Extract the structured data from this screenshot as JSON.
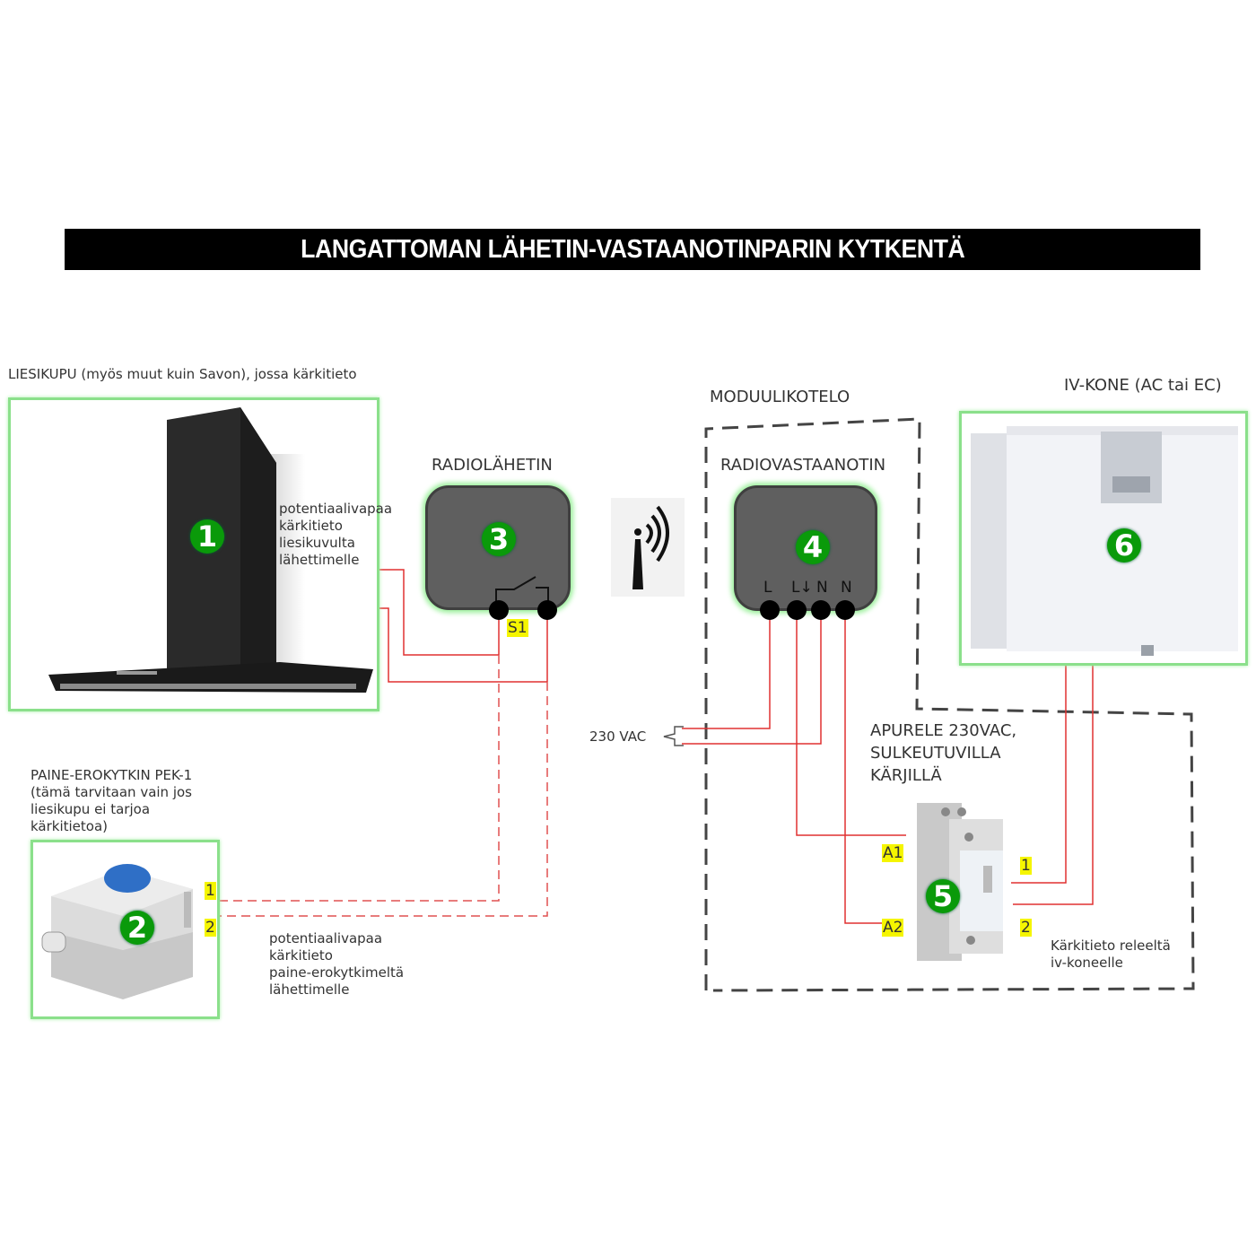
{
  "title": "LANGATTOMAN LÄHETIN-VASTAANOTINPARIN KYTKENTÄ",
  "hood": {
    "label": "LIESIKUPU (myös muut kuin Savon), jossa kärkitieto",
    "badge": "1",
    "note": "potentiaalivapaa\nkärkitieto\nliesikuvulta\nlähettimelle"
  },
  "pressure_switch": {
    "label": "PAINE-EROKYTKIN PEK-1\n(tämä tarvitaan vain jos\nliesikupu ei tarjoa\nkärkitietoa)",
    "badge": "2",
    "terminals": [
      "1",
      "2"
    ],
    "note": "potentiaalivapaa\nkärkitieto\npaine-erokytkimeltä\nlähettimelle"
  },
  "transmitter": {
    "label": "RADIOLÄHETIN",
    "badge": "3",
    "terminal_label": "S1"
  },
  "antenna": {
    "icon": "wireless-signal-icon"
  },
  "enclosure": {
    "label": "MODUULIKOTELO"
  },
  "receiver": {
    "label": "RADIOVASTAANOTIN",
    "badge": "4",
    "terminals": [
      "L",
      "L↓",
      "N",
      "N"
    ]
  },
  "supply": {
    "label": "230 VAC"
  },
  "relay": {
    "label": "APURELE 230VAC,\nSULKEUTUVILLA\nKÄRJILLÄ",
    "badge": "5",
    "coil_terminals": [
      "A1",
      "A2"
    ],
    "contact_terminals": [
      "1",
      "2"
    ],
    "note": "Kärkitieto releeltä\niv-koneelle"
  },
  "ventilation_unit": {
    "label": "IV-KONE (AC tai EC)",
    "badge": "6"
  },
  "colors": {
    "wire": "#e03030",
    "badge": "#0a9a0a",
    "highlight": "#f5f500",
    "frame": "#8be08b",
    "module": "#5f5f5f"
  }
}
